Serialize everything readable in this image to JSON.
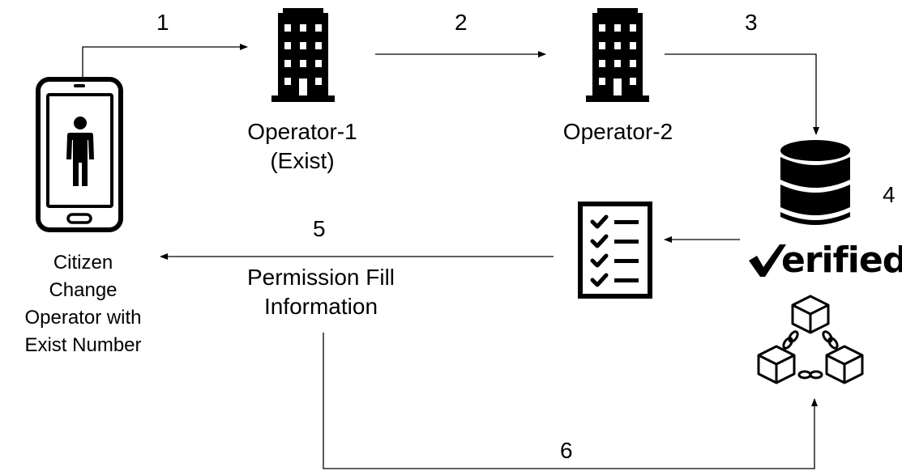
{
  "steps": [
    "1",
    "2",
    "3",
    "4",
    "5",
    "6"
  ],
  "nodes": {
    "citizen": {
      "lines": [
        "Citizen",
        "Change",
        "Operator with",
        "Exist Number"
      ],
      "icon": "smartphone-person-icon"
    },
    "operator1": {
      "lines": [
        "Operator-1",
        "(Exist)"
      ],
      "icon": "office-building-icon"
    },
    "operator2": {
      "label": "Operator-2",
      "icon": "office-building-icon"
    },
    "database": {
      "icon": "database-icon",
      "verified_text": "erified",
      "check_icon": "checkmark-icon"
    },
    "checklist": {
      "icon": "checklist-icon"
    },
    "blockchain": {
      "icon": "blockchain-icon"
    },
    "permission": {
      "lines": [
        "Permission Fill",
        "Information"
      ]
    }
  }
}
